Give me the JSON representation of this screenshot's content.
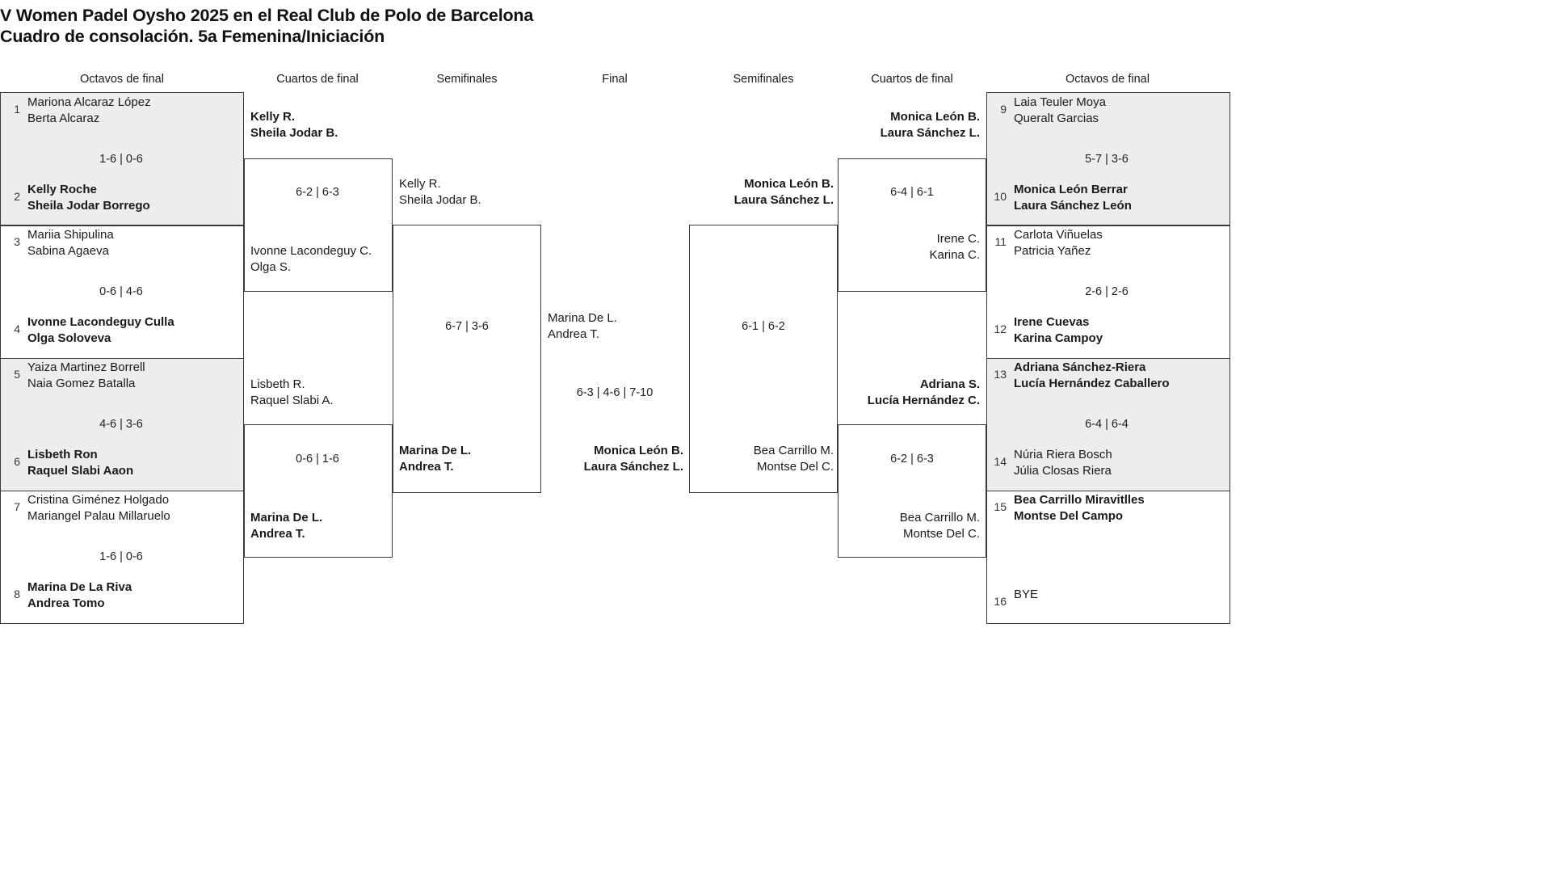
{
  "header": {
    "title_line1": "V Women Padel Oysho 2025 en el Real Club de Polo de Barcelona",
    "title_line2": "Cuadro de consolación. 5a Femenina/Iniciación"
  },
  "round_headers": {
    "left_r16": "Octavos de final",
    "left_qf": "Cuartos de final",
    "left_sf": "Semifinales",
    "final": "Final",
    "right_sf": "Semifinales",
    "right_qf": "Cuartos de final",
    "right_r16": "Octavos de final"
  },
  "bracket": {
    "left_r16": [
      {
        "seed": "1",
        "p1": "Mariona Alcaraz López",
        "p2": "Berta Alcaraz",
        "winner": false,
        "shaded": true
      },
      {
        "seed": "2",
        "p1": "Kelly Roche",
        "p2": "Sheila Jodar Borrego",
        "winner": true,
        "shaded": true
      },
      {
        "seed": "3",
        "p1": "Mariia Shipulina",
        "p2": "Sabina Agaeva",
        "winner": false,
        "shaded": false
      },
      {
        "seed": "4",
        "p1": "Ivonne Lacondeguy Culla",
        "p2": "Olga Soloveva",
        "winner": true,
        "shaded": false
      },
      {
        "seed": "5",
        "p1": "Yaiza Martinez Borrell",
        "p2": "Naia Gomez Batalla",
        "winner": false,
        "shaded": true
      },
      {
        "seed": "6",
        "p1": "Lisbeth Ron",
        "p2": "Raquel Slabi Aaon",
        "winner": true,
        "shaded": true
      },
      {
        "seed": "7",
        "p1": "Cristina Giménez Holgado",
        "p2": "Mariangel Palau Millaruelo",
        "winner": false,
        "shaded": false
      },
      {
        "seed": "8",
        "p1": "Marina De La Riva",
        "p2": "Andrea Tomo",
        "winner": true,
        "shaded": false
      }
    ],
    "left_r16_scores": [
      "1-6 | 0-6",
      "0-6 | 4-6",
      "4-6 | 3-6",
      "1-6 | 0-6"
    ],
    "left_qf": [
      {
        "p1": "Kelly R.",
        "p2": "Sheila Jodar B.",
        "winner": true
      },
      {
        "p1": "Ivonne Lacondeguy C.",
        "p2": "Olga S.",
        "winner": false
      },
      {
        "p1": "Lisbeth R.",
        "p2": "Raquel Slabi A.",
        "winner": false
      },
      {
        "p1": "Marina De L.",
        "p2": "Andrea T.",
        "winner": true
      }
    ],
    "left_qf_scores": [
      "6-2 | 6-3",
      "0-6 | 1-6"
    ],
    "left_sf": [
      {
        "p1": "Kelly R.",
        "p2": "Sheila Jodar B.",
        "winner": false
      },
      {
        "p1": "Marina De L.",
        "p2": "Andrea T.",
        "winner": true
      }
    ],
    "left_sf_score": "6-7 | 3-6",
    "final": {
      "left_side": {
        "p1": "Marina De L.",
        "p2": "Andrea T.",
        "winner": false
      },
      "right_side": {
        "p1": "Monica León B.",
        "p2": "Laura Sánchez L.",
        "winner": true
      },
      "score": "6-3 | 4-6 | 7-10"
    },
    "right_sf": [
      {
        "p1": "Monica León B.",
        "p2": "Laura Sánchez L.",
        "winner": true
      },
      {
        "p1": "Bea Carrillo M.",
        "p2": "Montse Del C.",
        "winner": false
      }
    ],
    "right_sf_score": "6-1 | 6-2",
    "right_qf": [
      {
        "p1": "Monica León B.",
        "p2": "Laura Sánchez L.",
        "winner": true
      },
      {
        "p1": "Irene C.",
        "p2": "Karina C.",
        "winner": false
      },
      {
        "p1": "Adriana S.",
        "p2": "Lucía Hernández C.",
        "winner": true
      },
      {
        "p1": "Bea Carrillo M.",
        "p2": "Montse Del C.",
        "winner": false
      }
    ],
    "right_qf_scores": [
      "6-4 | 6-1",
      "6-2 | 6-3"
    ],
    "right_r16": [
      {
        "seed": "9",
        "p1": "Laia Teuler Moya",
        "p2": "Queralt Garcias",
        "winner": false,
        "shaded": true
      },
      {
        "seed": "10",
        "p1": "Monica León Berrar",
        "p2": "Laura Sánchez León",
        "winner": true,
        "shaded": true
      },
      {
        "seed": "11",
        "p1": "Carlota Viñuelas",
        "p2": "Patricia Yañez",
        "winner": false,
        "shaded": false
      },
      {
        "seed": "12",
        "p1": "Irene Cuevas",
        "p2": "Karina Campoy",
        "winner": true,
        "shaded": false
      },
      {
        "seed": "13",
        "p1": "Adriana Sánchez-Riera",
        "p2": "Lucía Hernández Caballero",
        "winner": true,
        "shaded": true
      },
      {
        "seed": "14",
        "p1": "Núria Riera Bosch",
        "p2": "Júlia Closas Riera",
        "winner": false,
        "shaded": true
      },
      {
        "seed": "15",
        "p1": "Bea Carrillo Miravitlles",
        "p2": "Montse Del Campo",
        "winner": true,
        "shaded": false
      },
      {
        "seed": "16",
        "p1": "BYE",
        "p2": "",
        "winner": false,
        "shaded": false
      }
    ],
    "right_r16_scores": [
      "5-7 | 3-6",
      "2-6 | 2-6",
      "6-4 | 6-4",
      ""
    ]
  }
}
